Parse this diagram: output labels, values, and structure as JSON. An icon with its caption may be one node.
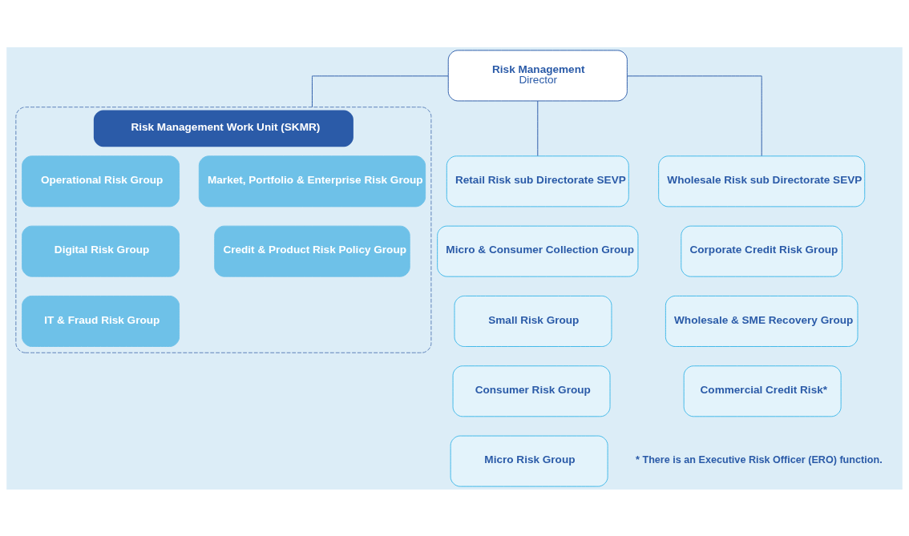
{
  "diagram": {
    "nodes": [
      {
        "text": [
          "Risk Management",
          "Director"
        ]
      },
      {
        "text": [
          "Risk Management Work Unit (SKMR)"
        ]
      },
      {
        "text": [
          "Market, Portfolio & Enterprise Risk Group"
        ],
        "in": 1
      },
      {
        "text": [
          "Operational Risk Group"
        ],
        "in": 1
      },
      {
        "text": [
          "Credit & Product Risk Policy Group"
        ],
        "in": 1
      },
      {
        "text": [
          "Digital Risk Group"
        ],
        "in": 1
      },
      {
        "text": [
          "IT & Fraud Risk Group"
        ],
        "in": 1
      },
      {
        "text": [
          "Retail Risk sub Directorate SEVP"
        ]
      },
      {
        "text": [
          "Micro & Consumer Collection Group"
        ]
      },
      {
        "text": [
          "Small Risk Group"
        ]
      },
      {
        "text": [
          "Consumer Risk Group"
        ]
      },
      {
        "text": [
          "Micro Risk Group"
        ]
      },
      {
        "text": [
          "Wholesale Risk sub Directorate SEVP"
        ]
      },
      {
        "text": [
          "Corporate Credit Risk Group"
        ]
      },
      {
        "text": [
          "Wholesale & SME Recovery Group"
        ]
      },
      {
        "text": [
          "Commercial Credit Risk*"
        ]
      }
    ],
    "edges": [
      {
        "from": 0,
        "to": 1,
        "arrow": "none"
      },
      {
        "from": 0,
        "to": 7,
        "arrow": "none"
      },
      {
        "from": 0,
        "to": 12,
        "arrow": "none"
      }
    ],
    "labels": [
      "* There is an Executive Risk Officer (ERO) function."
    ]
  }
}
